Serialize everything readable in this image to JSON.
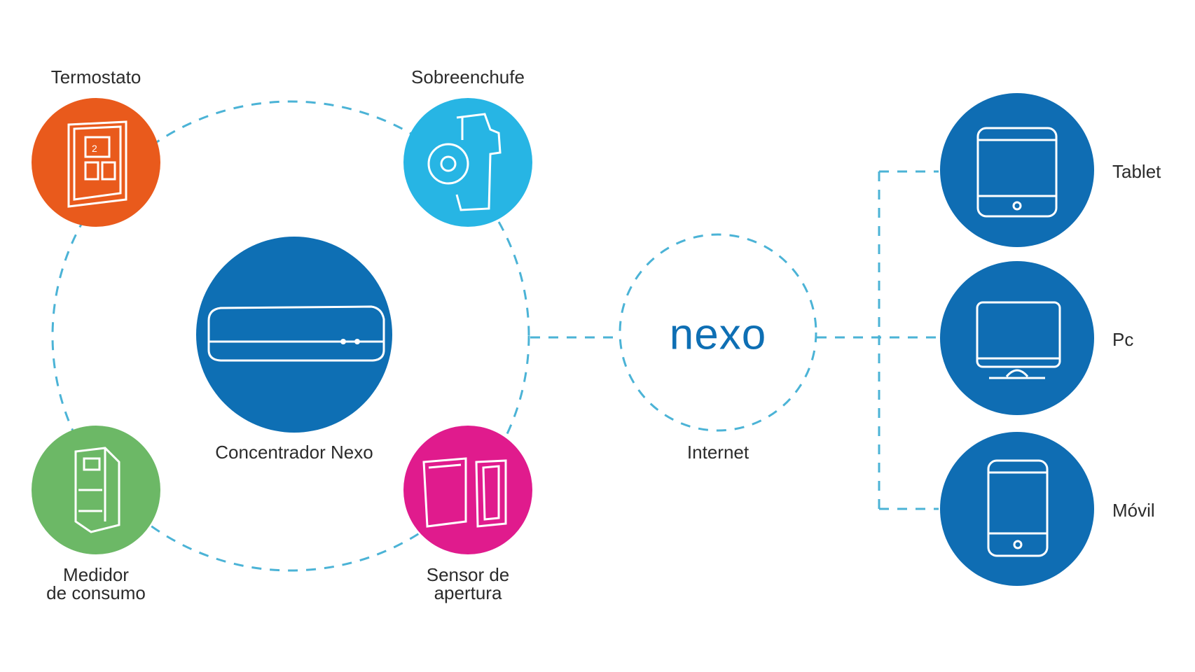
{
  "colors": {
    "connector": "#4bb3d6",
    "hub": "#0e6fb4",
    "device_blue": "#0f6db3",
    "termostato": "#e95a1c",
    "sobreenchufe": "#27b5e4",
    "medidor": "#6cb866",
    "sensor": "#e01b8d",
    "icon_stroke": "#ffffff",
    "brand_text": "#0e6fb4"
  },
  "nodes": {
    "termostato": {
      "label": "Termostato",
      "icon": "thermostat-icon"
    },
    "sobreenchufe": {
      "label": "Sobreenchufe",
      "icon": "smart-plug-icon"
    },
    "medidor": {
      "label_line1": "Medidor",
      "label_line2": "de consumo",
      "icon": "energy-meter-icon"
    },
    "sensor": {
      "label_line1": "Sensor de",
      "label_line2": "apertura",
      "icon": "door-sensor-icon"
    },
    "hub": {
      "label": "Concentrador Nexo",
      "icon": "hub-device-icon"
    },
    "internet": {
      "label": "Internet",
      "brand": "nexo"
    },
    "tablet": {
      "label": "Tablet",
      "icon": "tablet-icon"
    },
    "pc": {
      "label": "Pc",
      "icon": "monitor-icon"
    },
    "movil": {
      "label": "Móvil",
      "icon": "phone-icon"
    }
  }
}
